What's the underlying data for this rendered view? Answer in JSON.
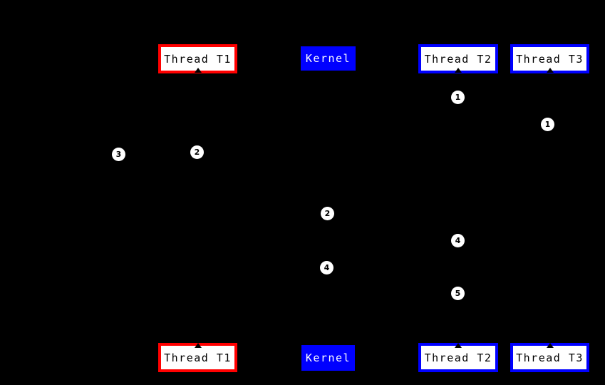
{
  "diagram": {
    "description": "Thread scheduling sequence diagram with kernel and three threads",
    "colors": {
      "background": "#000000",
      "thread_t1_border": "#ff0000",
      "thread_t2_border": "#0000ff",
      "thread_t3_border": "#0000ff",
      "kernel_fill": "#0000ff",
      "box_fill": "#ffffff",
      "box_text": "#000000",
      "kernel_text": "#ffffff",
      "marker_fill": "#ffffff",
      "marker_text": "#000000"
    },
    "boxes": {
      "top": {
        "thread_t1": "Thread T1",
        "kernel": "Kernel",
        "thread_t2": "Thread T2",
        "thread_t3": "Thread T3"
      },
      "bottom": {
        "thread_t1": "Thread T1",
        "kernel": "Kernel",
        "thread_t2": "Thread T2",
        "thread_t3": "Thread T3"
      }
    },
    "markers": [
      {
        "label": "3"
      },
      {
        "label": "2"
      },
      {
        "label": "1"
      },
      {
        "label": "1"
      },
      {
        "label": "2"
      },
      {
        "label": "4"
      },
      {
        "label": "4"
      },
      {
        "label": "5"
      }
    ]
  }
}
